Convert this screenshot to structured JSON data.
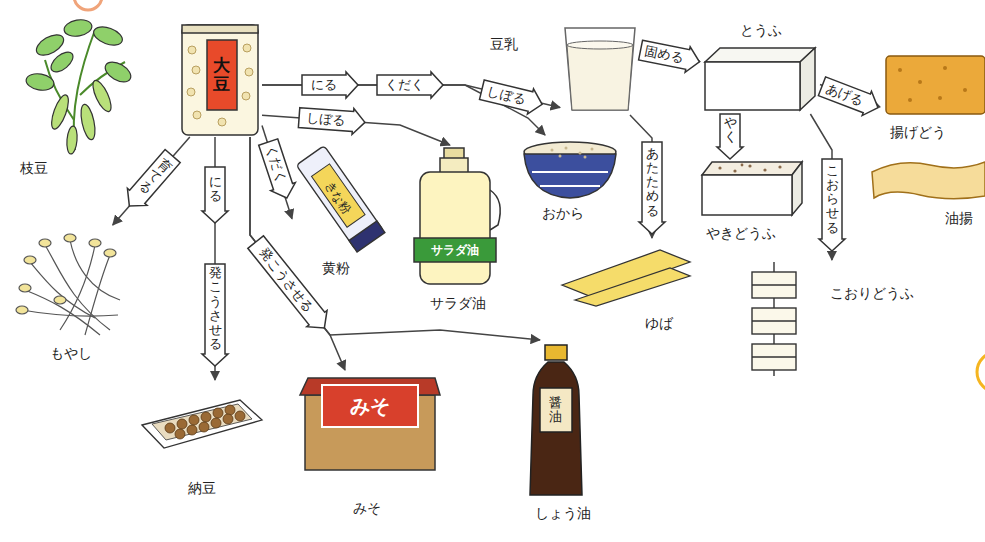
{
  "diagram": {
    "nodes": [
      {
        "text": [
          "枝豆"
        ]
      },
      {
        "text": [
          "大豆"
        ]
      },
      {
        "text": [
          "豆乳"
        ]
      },
      {
        "text": [
          "とうふ"
        ]
      },
      {
        "text": [
          "揚げどう"
        ]
      },
      {
        "text": [
          "きな粉",
          "黄粉"
        ]
      },
      {
        "text": [
          "サラダ油",
          "サラダ油"
        ]
      },
      {
        "text": [
          "おから"
        ]
      },
      {
        "text": [
          "やきどうふ"
        ]
      },
      {
        "text": [
          "油揚"
        ]
      },
      {
        "text": [
          "もやし"
        ]
      },
      {
        "text": [
          "ゆば"
        ]
      },
      {
        "text": [
          "こおりどうふ"
        ]
      },
      {
        "text": [
          "納豆"
        ]
      },
      {
        "text": [
          "みそ",
          "みそ"
        ]
      },
      {
        "text": [
          "醤油",
          "しょう油"
        ]
      }
    ],
    "edges": [
      {
        "from": 1,
        "to": 10,
        "label": "育てる",
        "arrow": "to"
      },
      {
        "from": 1,
        "to": 13,
        "label": "発こうさせる",
        "arrow": "to"
      },
      {
        "from": 1,
        "to": 14,
        "label": "発こうさせる",
        "arrow": "to"
      },
      {
        "from": 1,
        "to": 15,
        "arrow": "to"
      },
      {
        "from": 1,
        "to": 5,
        "label": "くだく",
        "arrow": "to"
      },
      {
        "from": 1,
        "to": 6,
        "label": "しぼる",
        "arrow": "to"
      },
      {
        "from": 1,
        "to": 2,
        "label": "しぼる",
        "arrow": "to"
      },
      {
        "from": 1,
        "to": 7,
        "arrow": "to"
      },
      {
        "from": 2,
        "to": 3,
        "label": "固める",
        "arrow": "to"
      },
      {
        "from": 3,
        "to": 4,
        "label": "あげる",
        "arrow": "to"
      },
      {
        "from": 3,
        "to": 8,
        "label": "やく",
        "arrow": "to"
      },
      {
        "from": 3,
        "to": 12,
        "label": "こおらせる",
        "arrow": "to"
      },
      {
        "from": 2,
        "to": 11,
        "label": "あたためる",
        "arrow": "to"
      }
    ],
    "labels": [
      "にる",
      "くだく",
      "にる"
    ]
  }
}
